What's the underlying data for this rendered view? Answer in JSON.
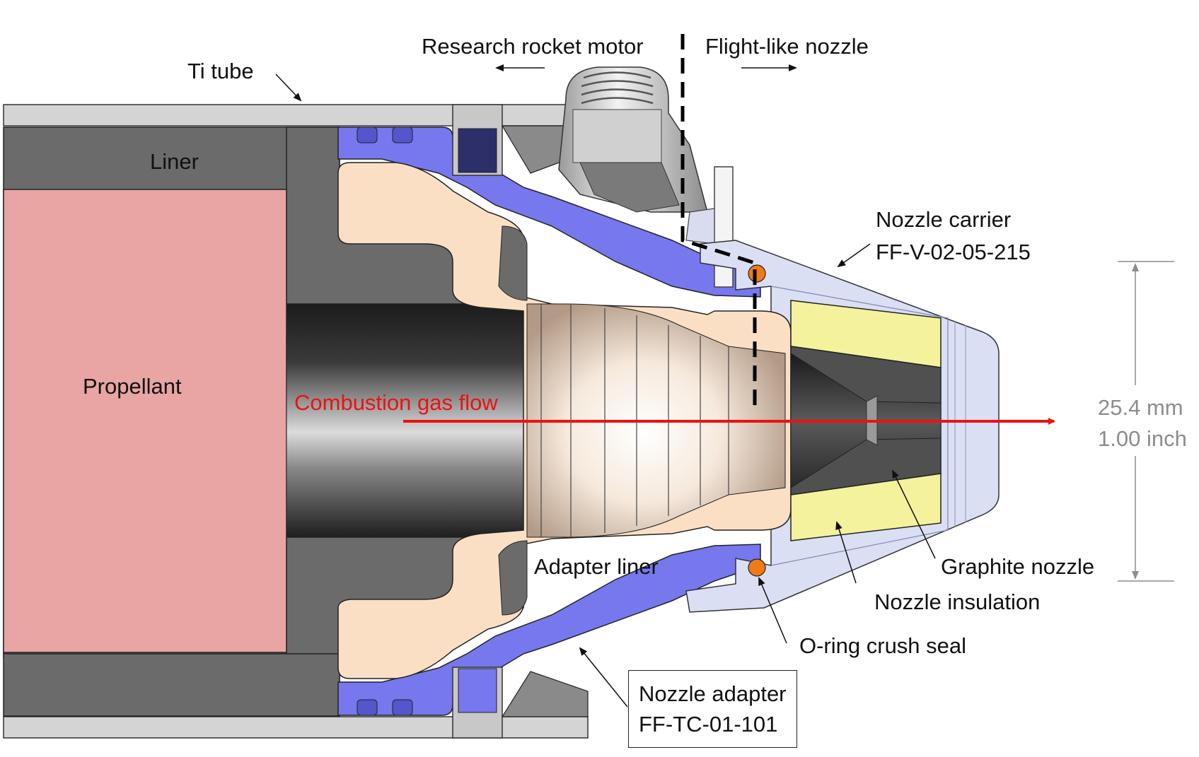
{
  "labels": {
    "ti_tube": "Ti tube",
    "research_motor": "Research rocket motor",
    "flight_nozzle": "Flight-like nozzle",
    "liner": "Liner",
    "propellant": "Propellant",
    "flow": "Combustion gas flow",
    "carrier_line1": "Nozzle  carrier",
    "carrier_line2": "FF-V-02-05-215",
    "dim_mm": "25.4 mm",
    "dim_inch": "1.00 inch",
    "adapter_liner": "Adapter liner",
    "graphite_nozzle": "Graphite nozzle",
    "nozzle_insulation": "Nozzle insulation",
    "oring": "O-ring crush seal",
    "adapter_line1": "Nozzle  adapter",
    "adapter_line2": "FF-TC-01-101"
  },
  "colors": {
    "propellant": "#e8a5a3",
    "liner": "#6b6b6b",
    "adapter_liner": "#fbdfc5",
    "nozzle_adapter": "#7777ee",
    "nozzle_carrier": "#dadff4",
    "insulation": "#f4f29c",
    "graphite": "#505050",
    "tube": "#d4d4d4",
    "oring": "#f07a18",
    "flow_arrow": "#ee1111"
  }
}
